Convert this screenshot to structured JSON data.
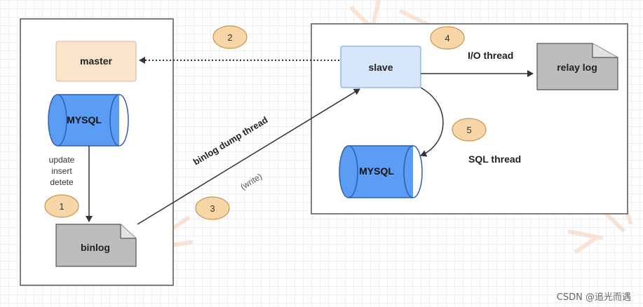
{
  "diagram": {
    "master": {
      "label": "master"
    },
    "master_db": {
      "label": "MYSQL"
    },
    "binlog": {
      "label": "binlog"
    },
    "operations": [
      "update",
      "insert",
      "detete"
    ],
    "slave": {
      "label": "slave"
    },
    "relay_log": {
      "label": "relay log"
    },
    "slave_db": {
      "label": "MYSQL"
    },
    "steps": [
      {
        "number": "1"
      },
      {
        "number": "2"
      },
      {
        "number": "3"
      },
      {
        "number": "4"
      },
      {
        "number": "5"
      }
    ],
    "edge_labels": {
      "binlog_dump_thread": "binlog dump thread",
      "write": "(write)",
      "io_thread": "I/O thread",
      "sql_thread": "SQL thread"
    },
    "watermark": "CSDN @追光而遇"
  },
  "colors": {
    "master_fill": "#fae5cb",
    "db_fill": "#5b9cf5",
    "slave_fill": "#d6e7fb",
    "doc_fill": "#bdbdbd",
    "step_fill": "#f9d6a8",
    "step_stroke": "#c7964f"
  }
}
